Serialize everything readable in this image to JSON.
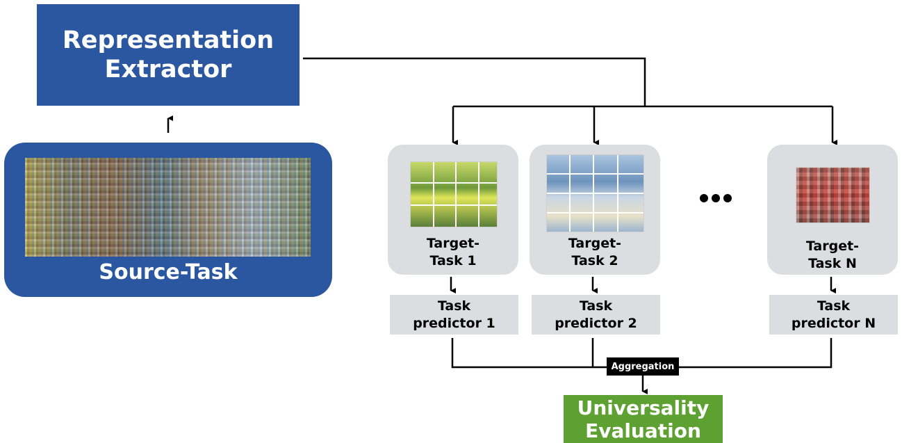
{
  "representation_extractor": {
    "line1": "Representation",
    "line2": "Extractor"
  },
  "source_task": {
    "label": "Source-Task"
  },
  "target_tasks": [
    {
      "line1": "Target-",
      "line2": "Task 1",
      "predictor_line1": "Task",
      "predictor_line2": "predictor 1"
    },
    {
      "line1": "Target-",
      "line2": "Task 2",
      "predictor_line1": "Task",
      "predictor_line2": "predictor 2"
    },
    {
      "line1": "Target-",
      "line2": "Task N",
      "predictor_line1": "Task",
      "predictor_line2": "predictor N"
    }
  ],
  "aggregation": {
    "label": "Aggregation"
  },
  "universality_evaluation": {
    "line1": "Universality",
    "line2": "Evaluation"
  },
  "colors": {
    "extractor_blue": "#2b56a0",
    "card_gray": "#dcdde1",
    "evaluation_green": "#5da133",
    "aggregation_black": "#000000"
  }
}
